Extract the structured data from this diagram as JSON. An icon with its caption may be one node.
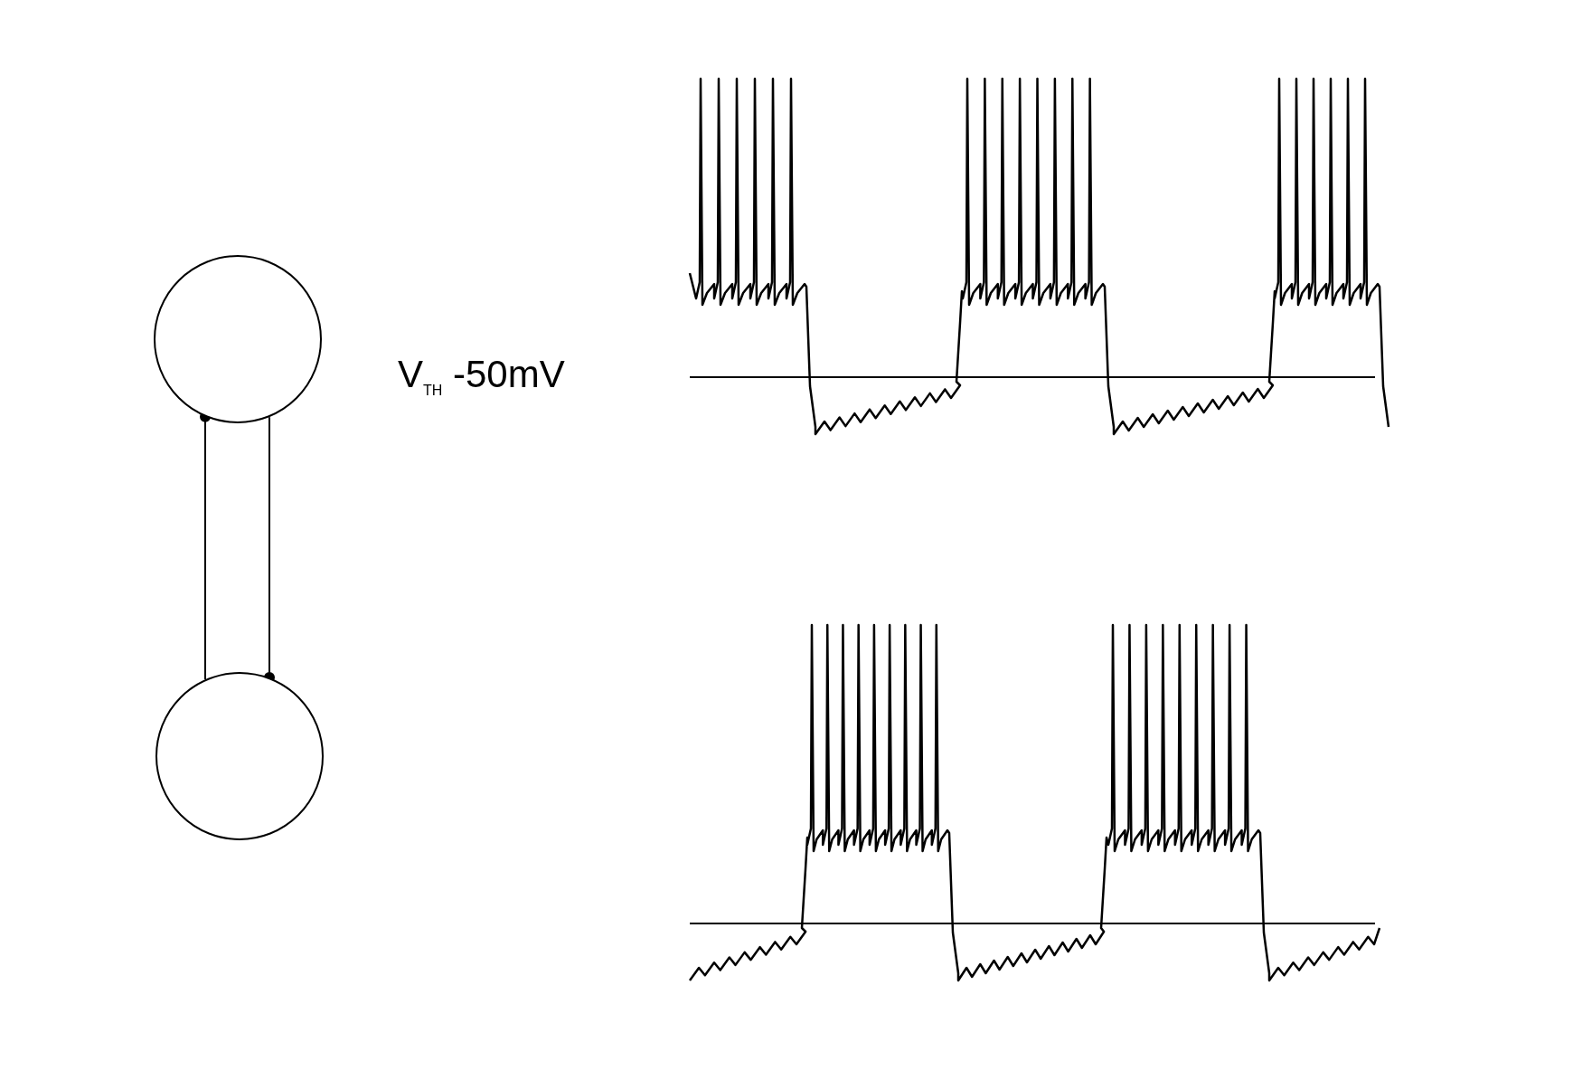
{
  "diagram": {
    "nodes": [
      {
        "text": [],
        "shape": "circle"
      },
      {
        "text": [],
        "shape": "circle"
      }
    ],
    "edges": [
      {
        "from": 1,
        "to": 0,
        "arrow": "other"
      },
      {
        "from": 0,
        "to": 1,
        "arrow": "other"
      }
    ],
    "labels": [
      "V$_{TH}$ -50mV"
    ]
  }
}
